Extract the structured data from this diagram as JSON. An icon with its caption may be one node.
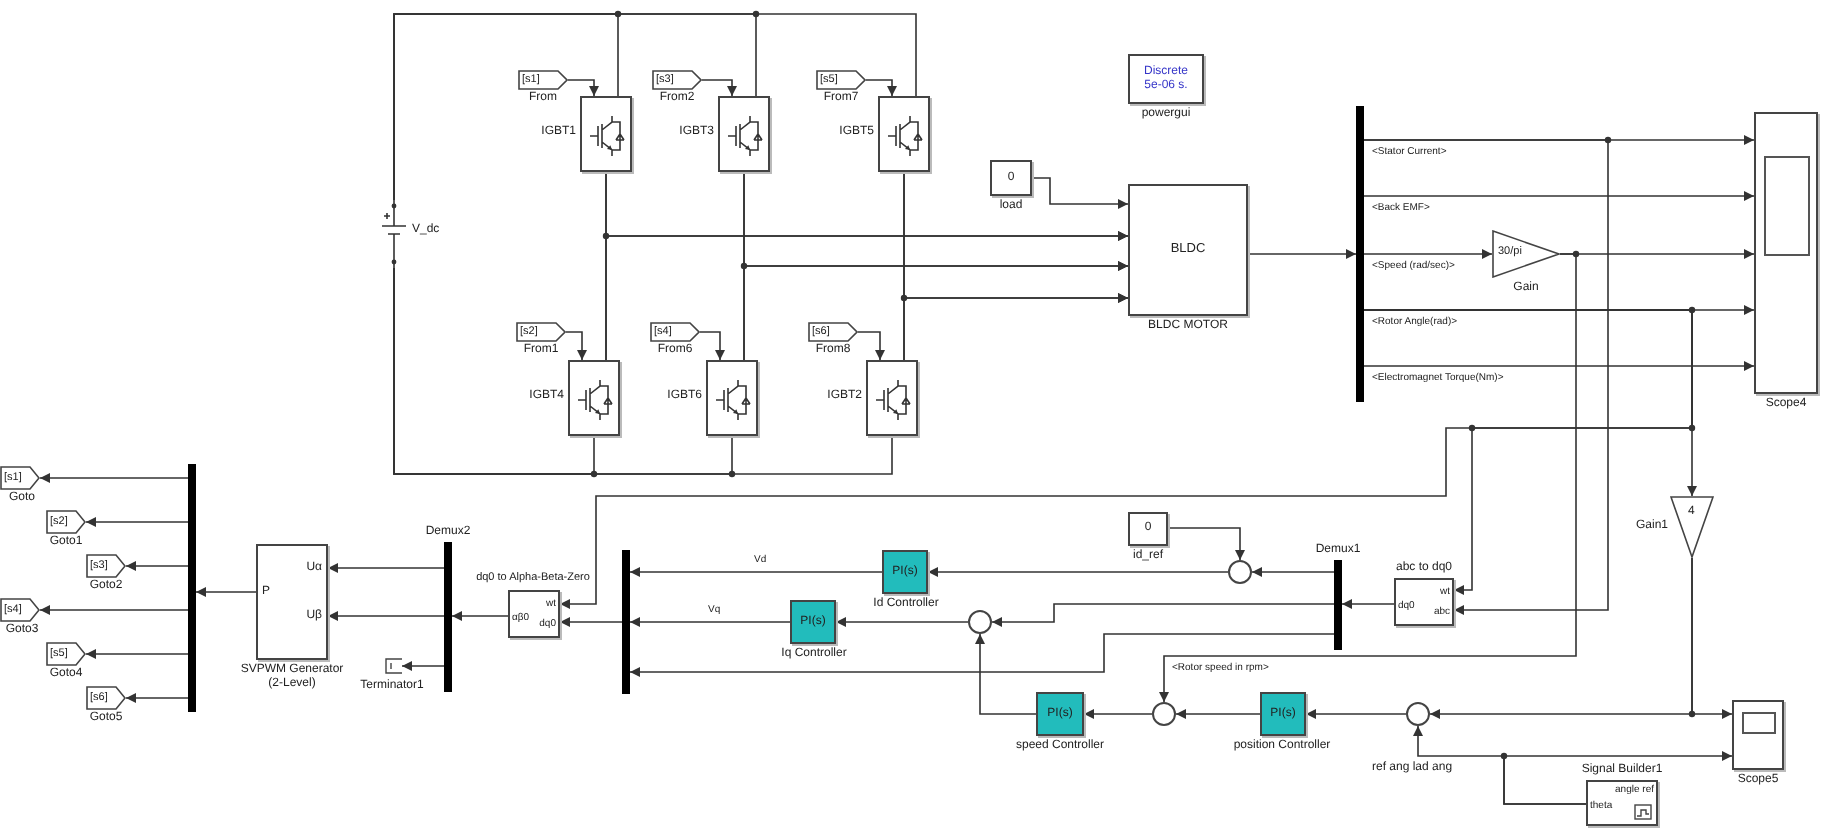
{
  "diagram": {
    "nodes": [
      {
        "text": [],
        "shape": "battery",
        "beside": [
          "V_dc"
        ]
      },
      {
        "text": [
          "[s1]"
        ],
        "beside": [
          "From"
        ]
      },
      {
        "text": [],
        "shape": "box",
        "beside": [
          "IGBT1"
        ]
      },
      {
        "text": [
          "[s3]"
        ],
        "beside": [
          "From2"
        ]
      },
      {
        "text": [],
        "shape": "box",
        "beside": [
          "IGBT3"
        ]
      },
      {
        "text": [
          "[s5]"
        ],
        "beside": [
          "From7"
        ]
      },
      {
        "text": [],
        "shape": "box",
        "beside": [
          "IGBT5"
        ]
      },
      {
        "text": [
          "[s2]"
        ],
        "beside": [
          "From1"
        ]
      },
      {
        "text": [],
        "shape": "box",
        "beside": [
          "IGBT4"
        ]
      },
      {
        "text": [
          "[s4]"
        ],
        "beside": [
          "From6"
        ]
      },
      {
        "text": [],
        "shape": "box",
        "beside": [
          "IGBT6"
        ]
      },
      {
        "text": [
          "[s6]"
        ],
        "beside": [
          "From8"
        ]
      },
      {
        "text": [],
        "shape": "box",
        "beside": [
          "IGBT2"
        ]
      },
      {
        "text": [
          "Discrete 5e-06 s."
        ],
        "beside": [
          "powergui"
        ]
      },
      {
        "text": [
          "0"
        ],
        "beside": [
          "load"
        ]
      },
      {
        "text": [
          "BLDC"
        ],
        "beside": [
          "BLDC MOTOR"
        ]
      },
      {
        "text": [],
        "shape": "bar"
      },
      {
        "text": [
          "30/pi"
        ],
        "beside": [
          "Gain"
        ]
      },
      {
        "text": [],
        "shape": "box",
        "beside": [
          "Scope4"
        ]
      },
      {
        "text": [
          "[s1]"
        ],
        "beside": [
          "Goto"
        ]
      },
      {
        "text": [
          "[s2]"
        ],
        "beside": [
          "Goto1"
        ]
      },
      {
        "text": [
          "[s3]"
        ],
        "beside": [
          "Goto2"
        ]
      },
      {
        "text": [
          "[s4]"
        ],
        "beside": [
          "Goto3"
        ]
      },
      {
        "text": [
          "[s5]"
        ],
        "beside": [
          "Goto4"
        ]
      },
      {
        "text": [
          "[s6]"
        ],
        "beside": [
          "Goto5"
        ]
      },
      {
        "text": [],
        "shape": "bar"
      },
      {
        "text": [
          "Uα",
          "P",
          "Uβ"
        ],
        "beside": [
          "SVPWM Generator (2-Level)"
        ]
      },
      {
        "text": [],
        "shape": "box",
        "beside": [
          "Terminator1"
        ]
      },
      {
        "text": [],
        "shape": "bar",
        "beside": [
          "Demux2"
        ]
      },
      {
        "text": [
          "wt",
          "αβ0",
          "dq0"
        ],
        "beside": [
          "dq0 to Alpha-Beta-Zero"
        ]
      },
      {
        "text": [],
        "shape": "bar"
      },
      {
        "text": [
          "PI(s)"
        ],
        "beside": [
          "Id Controller"
        ]
      },
      {
        "text": [
          "PI(s)"
        ],
        "beside": [
          "Iq Controller"
        ]
      },
      {
        "text": [
          "0"
        ],
        "beside": [
          "id_ref"
        ]
      },
      {
        "text": [],
        "shape": "circle"
      },
      {
        "text": [],
        "shape": "circle"
      },
      {
        "text": [],
        "shape": "bar",
        "beside": [
          "Demux1"
        ]
      },
      {
        "text": [
          "wt",
          "dq0",
          "abc"
        ],
        "beside": [
          "abc to dq0"
        ]
      },
      {
        "text": [
          "PI(s)"
        ],
        "beside": [
          "speed Controller"
        ]
      },
      {
        "text": [],
        "shape": "circle"
      },
      {
        "text": [
          "PI(s)"
        ],
        "beside": [
          "position Controller"
        ]
      },
      {
        "text": [],
        "shape": "circle",
        "beside": [
          "ref ang lad ang"
        ]
      },
      {
        "text": [
          "4"
        ],
        "beside": [
          "Gain1"
        ]
      },
      {
        "text": [],
        "shape": "box",
        "beside": [
          "Scope5"
        ]
      },
      {
        "text": [
          "angle ref",
          "theta"
        ],
        "beside": [
          "Signal Builder1"
        ]
      }
    ],
    "edges": [
      {
        "from": 0,
        "to": 2,
        "arrow": "none"
      },
      {
        "from": 0,
        "to": 4,
        "arrow": "none"
      },
      {
        "from": 0,
        "to": 6,
        "arrow": "none"
      },
      {
        "from": 0,
        "to": 8,
        "arrow": "none"
      },
      {
        "from": 0,
        "to": 10,
        "arrow": "none"
      },
      {
        "from": 0,
        "to": 12,
        "arrow": "none"
      },
      {
        "from": 2,
        "to": 8,
        "arrow": "none"
      },
      {
        "from": 4,
        "to": 10,
        "arrow": "none"
      },
      {
        "from": 6,
        "to": 12,
        "arrow": "none"
      },
      {
        "from": 2,
        "to": 15,
        "arrow": "to"
      },
      {
        "from": 8,
        "to": 15,
        "arrow": "to"
      },
      {
        "from": 4,
        "to": 15,
        "arrow": "to"
      },
      {
        "from": 10,
        "to": 15,
        "arrow": "to"
      },
      {
        "from": 6,
        "to": 15,
        "arrow": "to"
      },
      {
        "from": 12,
        "to": 15,
        "arrow": "to"
      },
      {
        "from": 1,
        "to": 2,
        "arrow": "to"
      },
      {
        "from": 3,
        "to": 4,
        "arrow": "to"
      },
      {
        "from": 5,
        "to": 6,
        "arrow": "to"
      },
      {
        "from": 7,
        "to": 8,
        "arrow": "to"
      },
      {
        "from": 9,
        "to": 10,
        "arrow": "to"
      },
      {
        "from": 11,
        "to": 12,
        "arrow": "to"
      },
      {
        "from": 14,
        "to": 15,
        "arrow": "to"
      },
      {
        "from": 15,
        "to": 16,
        "arrow": "to"
      },
      {
        "from": 16,
        "to": 18,
        "arrow": "to",
        "label": "<Stator Current>"
      },
      {
        "from": 16,
        "to": 18,
        "arrow": "to",
        "label": "<Back EMF>"
      },
      {
        "from": 16,
        "to": 17,
        "arrow": "to",
        "label": "<Speed (rad/sec)>"
      },
      {
        "from": 17,
        "to": 18,
        "arrow": "to"
      },
      {
        "from": 16,
        "to": 18,
        "arrow": "to",
        "label": "<Rotor Angle(rad)>"
      },
      {
        "from": 16,
        "to": 18,
        "arrow": "to",
        "label": "<Electromagnet Torque(Nm)>"
      },
      {
        "from": 16,
        "to": 37,
        "arrow": "to"
      },
      {
        "from": 17,
        "to": 39,
        "arrow": "to",
        "label": "<Rotor speed in rpm>"
      },
      {
        "from": 16,
        "to": 42,
        "arrow": "to"
      },
      {
        "from": 16,
        "to": 37,
        "arrow": "to"
      },
      {
        "from": 16,
        "to": 29,
        "arrow": "to"
      },
      {
        "from": 42,
        "to": 43,
        "arrow": "to"
      },
      {
        "from": 42,
        "to": 41,
        "arrow": "to"
      },
      {
        "from": 44,
        "to": 43,
        "arrow": "to"
      },
      {
        "from": 44,
        "to": 41,
        "arrow": "to"
      },
      {
        "from": 41,
        "to": 40,
        "arrow": "to"
      },
      {
        "from": 40,
        "to": 39,
        "arrow": "to"
      },
      {
        "from": 39,
        "to": 38,
        "arrow": "to"
      },
      {
        "from": 38,
        "to": 35,
        "arrow": "to"
      },
      {
        "from": 37,
        "to": 36,
        "arrow": "to"
      },
      {
        "from": 36,
        "to": 34,
        "arrow": "to"
      },
      {
        "from": 36,
        "to": 35,
        "arrow": "to"
      },
      {
        "from": 36,
        "to": 30,
        "arrow": "to"
      },
      {
        "from": 33,
        "to": 34,
        "arrow": "to"
      },
      {
        "from": 34,
        "to": 31,
        "arrow": "to"
      },
      {
        "from": 31,
        "to": 30,
        "arrow": "to",
        "label": "Vd"
      },
      {
        "from": 35,
        "to": 32,
        "arrow": "to"
      },
      {
        "from": 32,
        "to": 30,
        "arrow": "to",
        "label": "Vq"
      },
      {
        "from": 30,
        "to": 29,
        "arrow": "to"
      },
      {
        "from": 29,
        "to": 28,
        "arrow": "to"
      },
      {
        "from": 28,
        "to": 26,
        "arrow": "to"
      },
      {
        "from": 28,
        "to": 26,
        "arrow": "to"
      },
      {
        "from": 28,
        "to": 27,
        "arrow": "to"
      },
      {
        "from": 26,
        "to": 25,
        "arrow": "to"
      },
      {
        "from": 25,
        "to": 19,
        "arrow": "to"
      },
      {
        "from": 25,
        "to": 20,
        "arrow": "to"
      },
      {
        "from": 25,
        "to": 21,
        "arrow": "to"
      },
      {
        "from": 25,
        "to": 22,
        "arrow": "to"
      },
      {
        "from": 25,
        "to": 23,
        "arrow": "to"
      },
      {
        "from": 25,
        "to": 24,
        "arrow": "to"
      }
    ]
  }
}
